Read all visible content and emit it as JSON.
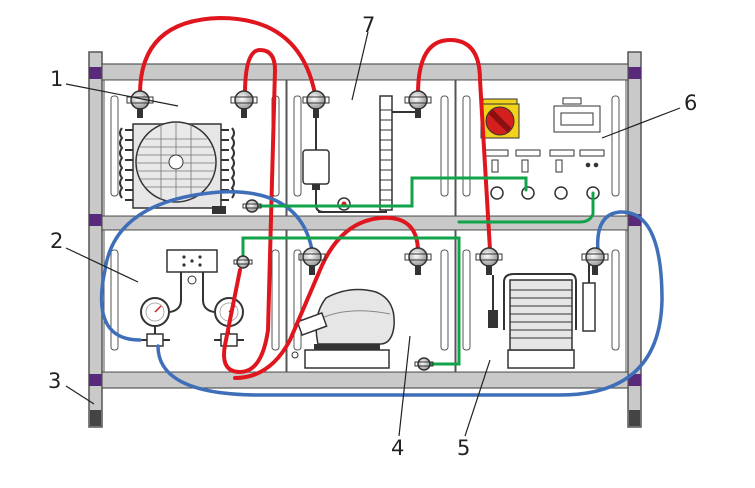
{
  "callouts": [
    {
      "id": "1",
      "text": "1"
    },
    {
      "id": "2",
      "text": "2"
    },
    {
      "id": "3",
      "text": "3"
    },
    {
      "id": "4",
      "text": "4"
    },
    {
      "id": "5",
      "text": "5"
    },
    {
      "id": "6",
      "text": "6"
    },
    {
      "id": "7",
      "text": "7"
    }
  ],
  "colors": {
    "frame": "#c9c9c9",
    "frame_edge": "#555555",
    "panel": "#ffffff",
    "pipe_red": "#e0161e",
    "pipe_blue": "#3f6fb8",
    "pipe_green": "#11a34a",
    "switch_red": "#d41f1f",
    "switch_yellow": "#f2d21b",
    "dark": "#333333",
    "cap_purple": "#5a2a7a"
  },
  "icons": [
    "fan-icon",
    "service-valve-icon",
    "pressure-gauge-icon",
    "compressor-icon",
    "main-switch-icon",
    "filter-drier-icon",
    "evaporator-icon",
    "condenser-icon"
  ]
}
